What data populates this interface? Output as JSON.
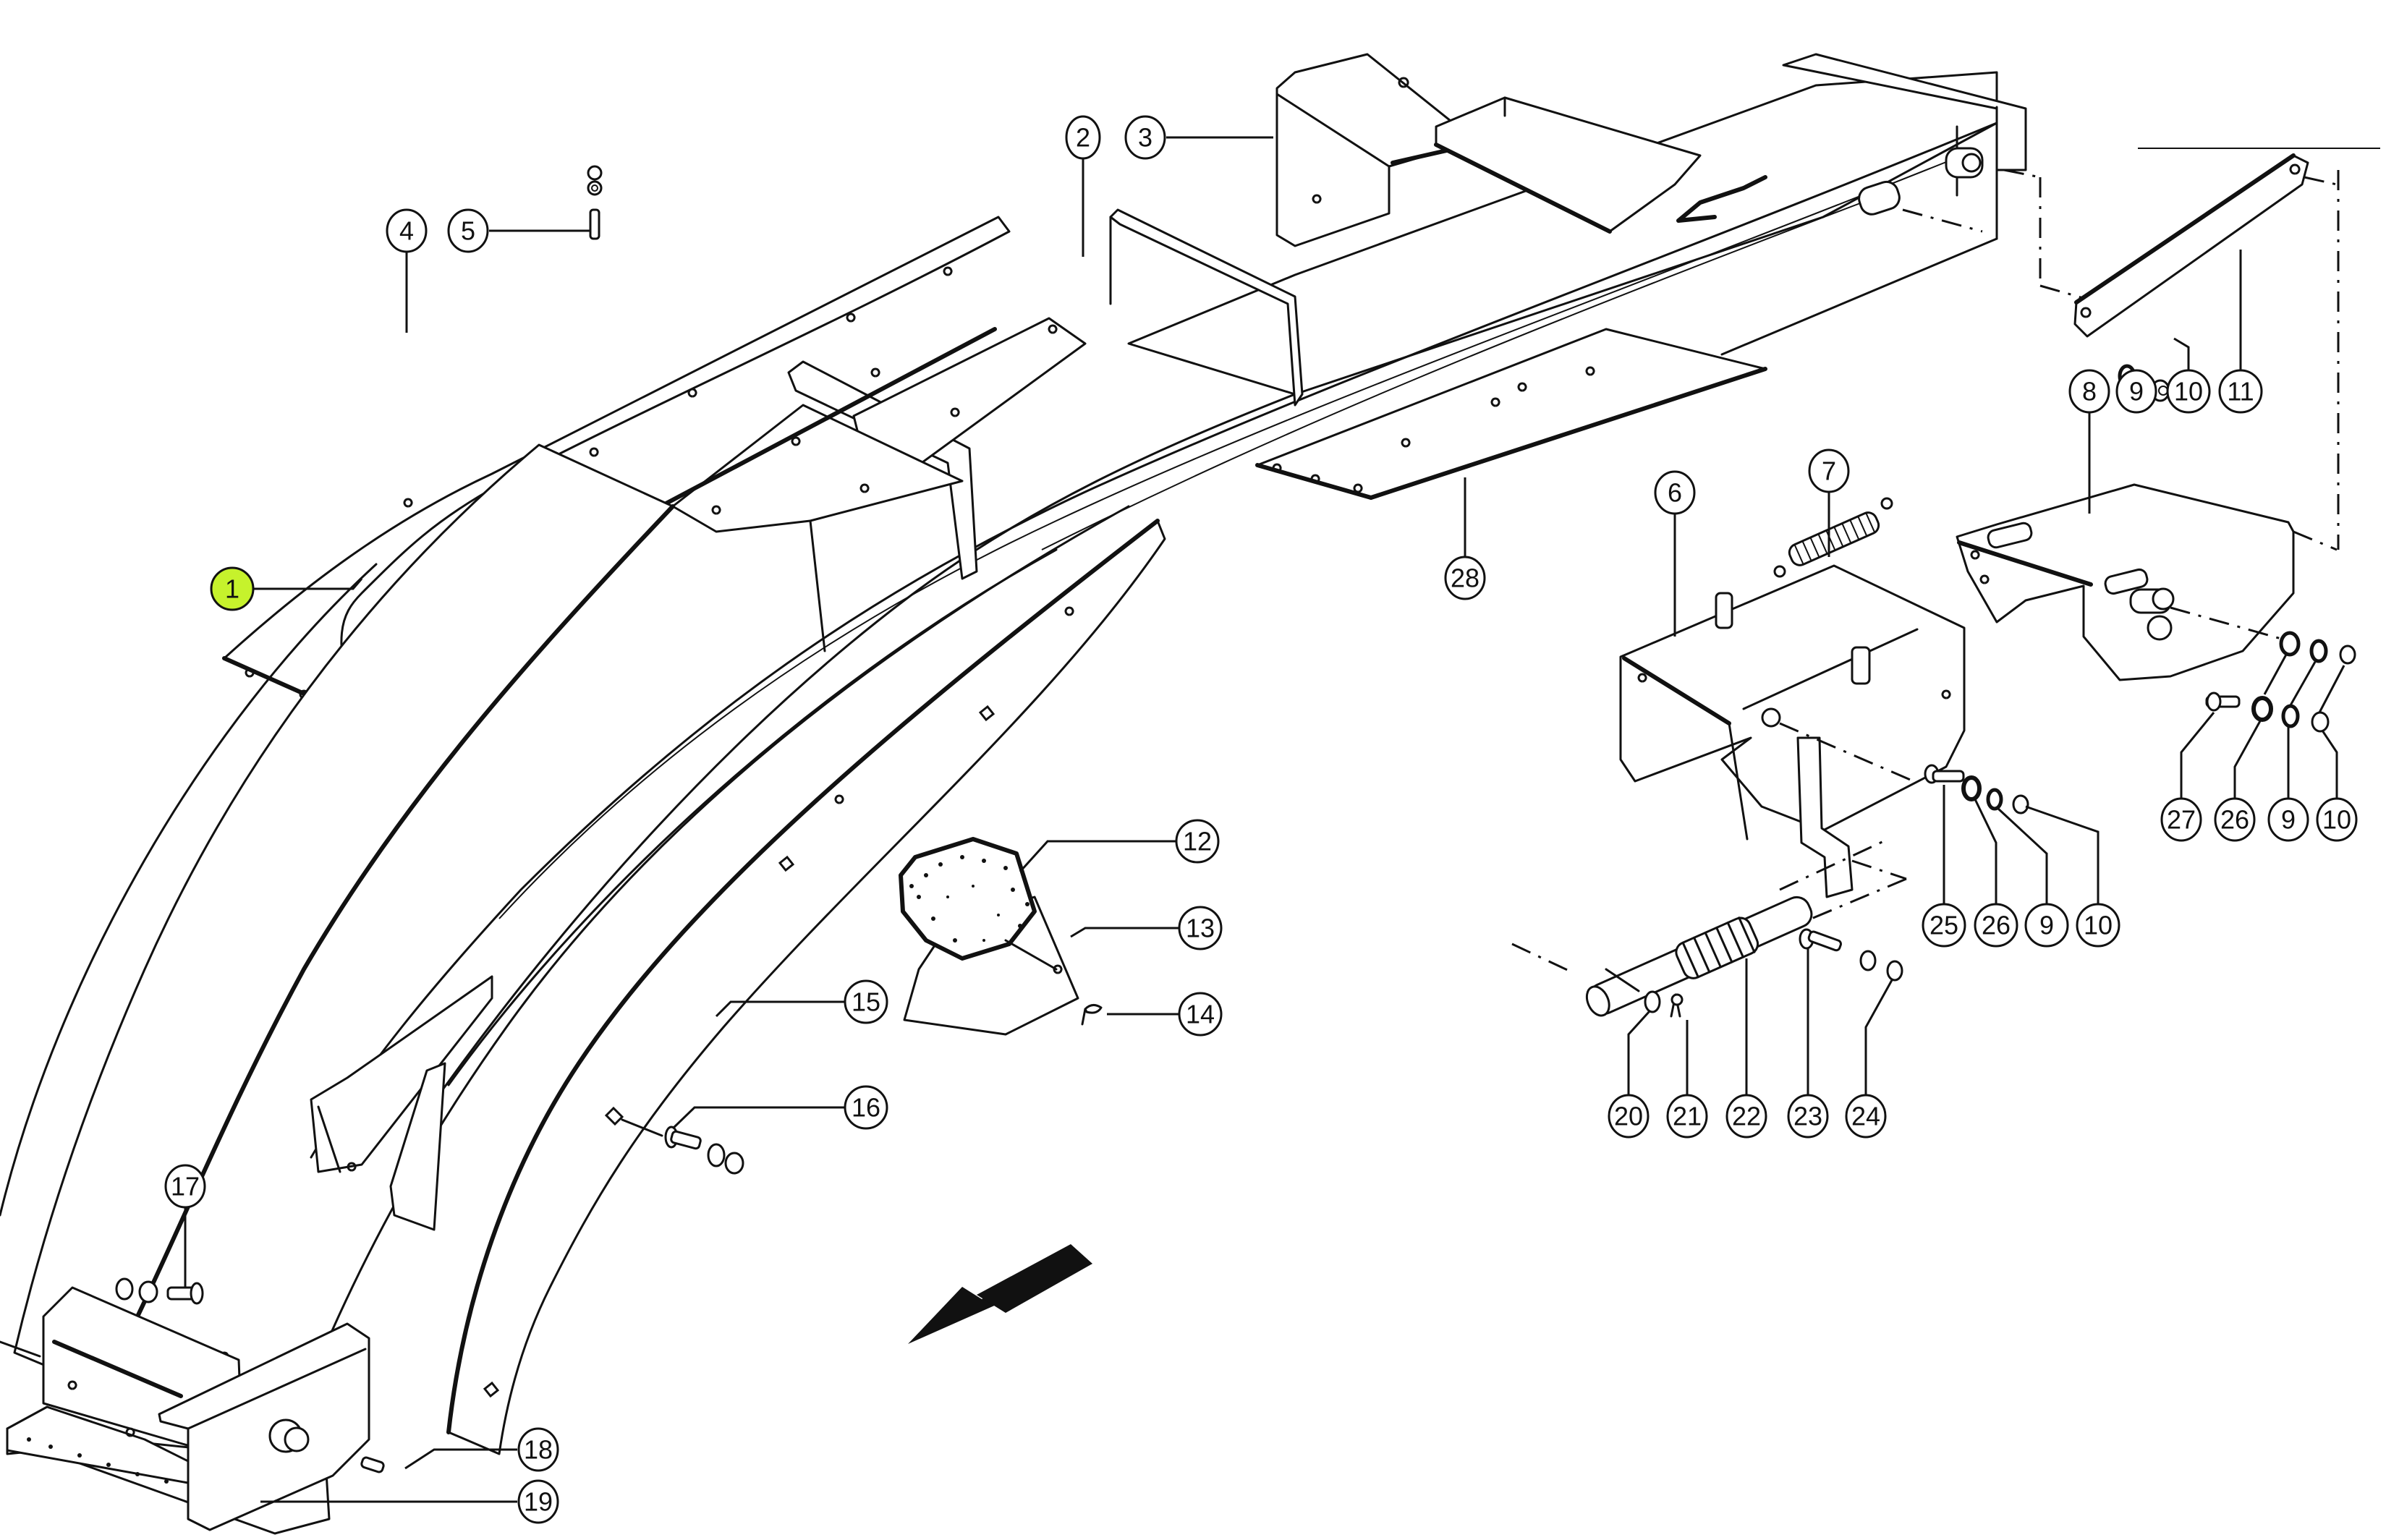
{
  "diagram": {
    "type": "exploded-parts-diagram",
    "highlight_color": "#c6f22c",
    "highlighted_callout": "1",
    "direction_arrow": "travel-direction-arrow"
  },
  "callouts": [
    {
      "id": "c1",
      "label": "1",
      "part": "curved-side-panel",
      "highlighted": true
    },
    {
      "id": "c2",
      "label": "2",
      "part": "main-beam"
    },
    {
      "id": "c3",
      "label": "3",
      "part": "end-cap-bracket"
    },
    {
      "id": "c4",
      "label": "4",
      "part": "top-cover-plate"
    },
    {
      "id": "c5",
      "label": "5",
      "part": "bolt-washer-nut-set"
    },
    {
      "id": "c6",
      "label": "6",
      "part": "shield-bracket"
    },
    {
      "id": "c7",
      "label": "7",
      "part": "tension-spring"
    },
    {
      "id": "c8",
      "label": "8",
      "part": "mounting-bracket"
    },
    {
      "id": "c9a",
      "label": "9",
      "part": "lock-washer"
    },
    {
      "id": "c10a",
      "label": "10",
      "part": "nut"
    },
    {
      "id": "c11",
      "label": "11",
      "part": "support-strut"
    },
    {
      "id": "c12",
      "label": "12",
      "part": "reflector"
    },
    {
      "id": "c13",
      "label": "13",
      "part": "reflector-plate"
    },
    {
      "id": "c14",
      "label": "14",
      "part": "rivet"
    },
    {
      "id": "c15",
      "label": "15",
      "part": "outer-curved-panel"
    },
    {
      "id": "c16",
      "label": "16",
      "part": "carriage-bolt-set"
    },
    {
      "id": "c17",
      "label": "17",
      "part": "bolt"
    },
    {
      "id": "c18",
      "label": "18",
      "part": "grease-nipple"
    },
    {
      "id": "c19",
      "label": "19",
      "part": "skid-shoe"
    },
    {
      "id": "c20",
      "label": "20",
      "part": "washer"
    },
    {
      "id": "c21",
      "label": "21",
      "part": "split-pin"
    },
    {
      "id": "c22",
      "label": "22",
      "part": "spring-loaded-pin"
    },
    {
      "id": "c23",
      "label": "23",
      "part": "hex-bolt"
    },
    {
      "id": "c24",
      "label": "24",
      "part": "nuts"
    },
    {
      "id": "c25",
      "label": "25",
      "part": "bolt"
    },
    {
      "id": "c26a",
      "label": "26",
      "part": "washer"
    },
    {
      "id": "c9b",
      "label": "9",
      "part": "lock-washer"
    },
    {
      "id": "c10b",
      "label": "10",
      "part": "nut"
    },
    {
      "id": "c27",
      "label": "27",
      "part": "bolt"
    },
    {
      "id": "c26b",
      "label": "26",
      "part": "washer"
    },
    {
      "id": "c9c",
      "label": "9",
      "part": "lock-washer"
    },
    {
      "id": "c10c",
      "label": "10",
      "part": "nut"
    },
    {
      "id": "c28",
      "label": "28",
      "part": "lower-cover-plate"
    }
  ]
}
